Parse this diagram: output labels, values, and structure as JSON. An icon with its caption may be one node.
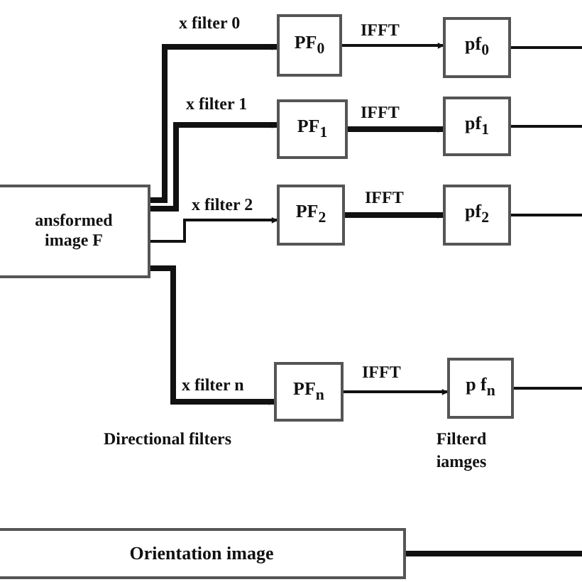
{
  "diagram": {
    "nodes": [
      {
        "text": [
          "ansformed image F"
        ]
      },
      {
        "text": [
          "PF$_{0}$"
        ]
      },
      {
        "text": [
          "pf$_{0}$"
        ]
      },
      {
        "text": [
          "PF$_{1}$"
        ]
      },
      {
        "text": [
          "pf$_{1}$"
        ]
      },
      {
        "text": [
          "PF$_{2}$"
        ]
      },
      {
        "text": [
          "pf$_{2}$"
        ]
      },
      {
        "text": [
          "PF$_{n}$"
        ]
      },
      {
        "text": [
          "p f$_{n}$"
        ]
      },
      {
        "text": [
          "Orientation image"
        ]
      }
    ],
    "edges": [
      {
        "from": 0,
        "to": 1,
        "label": "x filter 0",
        "arrow": "to",
        "style": "thick"
      },
      {
        "from": 0,
        "to": 3,
        "label": "x filter 1",
        "arrow": "to",
        "style": "thick"
      },
      {
        "from": 0,
        "to": 5,
        "label": "x filter 2",
        "arrow": "to"
      },
      {
        "from": 0,
        "to": 7,
        "label": "x filter n",
        "arrow": "to",
        "style": "thick"
      },
      {
        "from": 1,
        "to": 2,
        "label": "IFFT",
        "arrow": "to"
      },
      {
        "from": 3,
        "to": 4,
        "label": "IFFT",
        "arrow": "to",
        "style": "thick"
      },
      {
        "from": 5,
        "to": 6,
        "label": "IFFT",
        "arrow": "to",
        "style": "thick"
      },
      {
        "from": 7,
        "to": 8,
        "label": "IFFT",
        "arrow": "to"
      },
      {
        "from": 2,
        "to": null,
        "arrow": "none"
      },
      {
        "from": 4,
        "to": null,
        "arrow": "none"
      },
      {
        "from": 6,
        "to": null,
        "arrow": "none"
      },
      {
        "from": 8,
        "to": null,
        "arrow": "none"
      },
      {
        "from": 9,
        "to": null,
        "arrow": "none",
        "style": "thick"
      }
    ],
    "labels": [
      "Directional filters",
      "Filterd iamges"
    ]
  }
}
